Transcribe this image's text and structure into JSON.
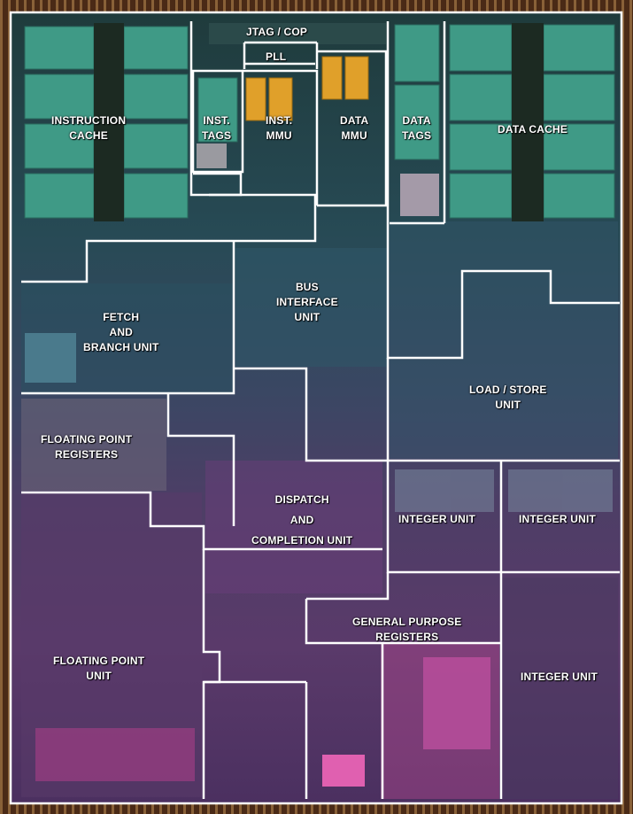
{
  "labels": {
    "jtag_cop": "JTAG / COP",
    "pll": "PLL",
    "instruction_cache": [
      "INSTRUCTION",
      "CACHE"
    ],
    "inst_tags": [
      "INST.",
      "TAGS"
    ],
    "inst_mmu": [
      "INST.",
      "MMU"
    ],
    "data_mmu": [
      "DATA",
      "MMU"
    ],
    "data_tags": [
      "DATA",
      "TAGS"
    ],
    "data_cache": "DATA CACHE",
    "bus_interface_unit": [
      "BUS",
      "INTERFACE",
      "UNIT"
    ],
    "fetch_branch_unit": [
      "FETCH",
      "AND",
      "BRANCH UNIT"
    ],
    "load_store_unit": [
      "LOAD / STORE",
      "UNIT"
    ],
    "floating_point_registers": [
      "FLOATING POINT",
      "REGISTERS"
    ],
    "dispatch_completion_unit": [
      "DISPATCH",
      "AND",
      "COMPLETION UNIT"
    ],
    "integer_unit_1": "INTEGER UNIT",
    "integer_unit_2": "INTEGER UNIT",
    "general_purpose_registers": [
      "GENERAL PURPOSE",
      "REGISTERS"
    ],
    "floating_point_unit": [
      "FLOATING POINT",
      "UNIT"
    ],
    "integer_unit_3": "INTEGER UNIT"
  },
  "colors": {
    "outline": "#ffffff",
    "cache_green": "#3f9a86",
    "mmu_orange": "#e0a02a",
    "logic_blue": "#2f5668",
    "logic_purple": "#6a3d7a",
    "register_magenta": "#b0468e",
    "pad_gold": "#c89040"
  }
}
